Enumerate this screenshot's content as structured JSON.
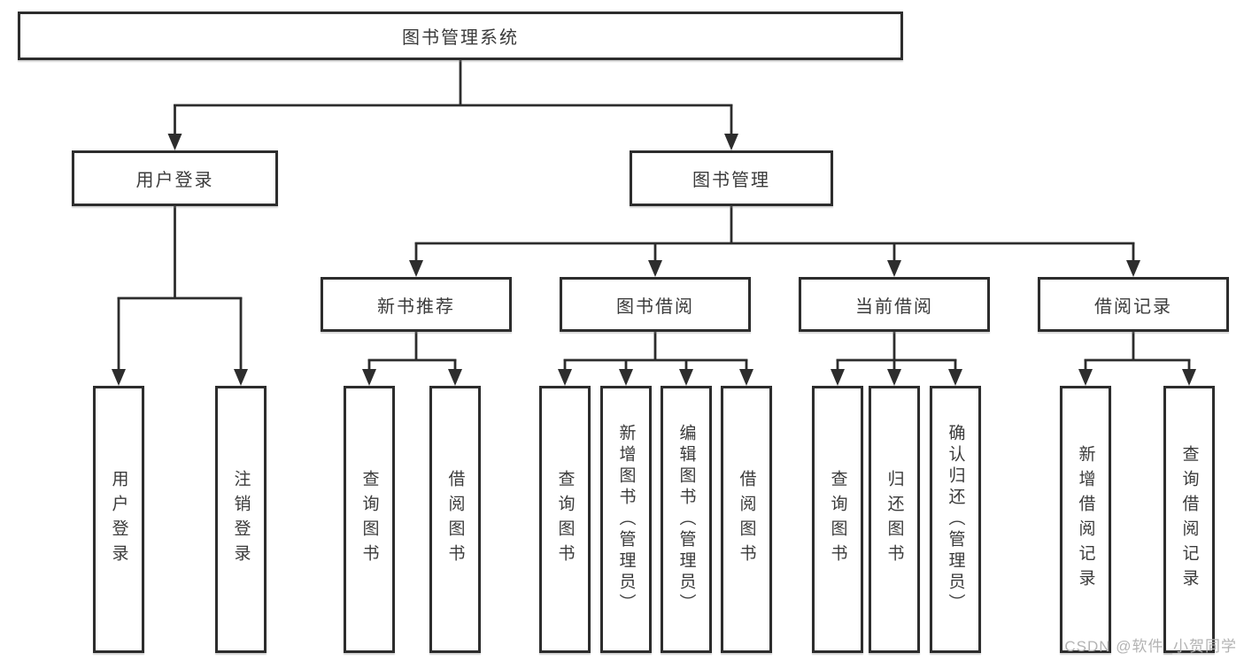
{
  "diagram": {
    "root": "图书管理系统",
    "l2": [
      "用户登录",
      "图书管理"
    ],
    "l3": [
      "新书推荐",
      "图书借阅",
      "当前借阅",
      "借阅记录"
    ],
    "leaves": [
      "用户登录",
      "注销登录",
      "查询图书",
      "借阅图书",
      "查询图书",
      "新增图书（管理员）",
      "编辑图书（管理员）",
      "借阅图书",
      "查询图书",
      "归还图书",
      "确认归还（管理员）",
      "新增借阅记录",
      "查询借阅记录"
    ]
  },
  "watermark": "CSDN @软件_小贺同学",
  "colors": {
    "line": "#2d2d2d",
    "box_border": "#2d2d2d",
    "text": "#3b3b3b",
    "watermark": "#b3b3b3",
    "background": "#ffffff"
  }
}
